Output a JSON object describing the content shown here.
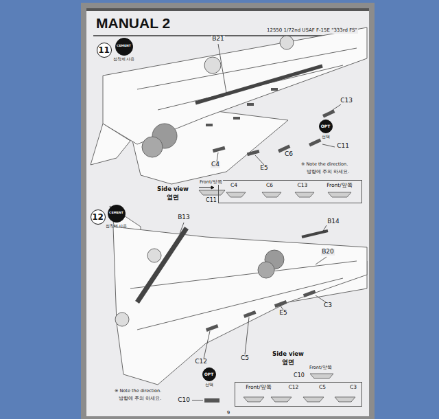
{
  "diagram": {
    "title": "MANUAL 2",
    "nodes": [
      {
        "text": [
          "11"
        ]
      },
      {
        "text": [
          "CEMENT",
          "접착제 사용"
        ]
      },
      {
        "text": [
          "OPT",
          "선택"
        ]
      },
      {
        "text": [
          "C4",
          "C6",
          "C13",
          "Front/앞쪽"
        ]
      },
      {
        "text": [
          "12"
        ]
      },
      {
        "text": [
          "CEMENT",
          "접착제 사용"
        ]
      },
      {
        "text": [
          "OPT",
          "선택"
        ]
      },
      {
        "text": [
          "Front/앞쪽",
          "C12",
          "C5",
          "C3"
        ]
      }
    ],
    "labels": [
      "12550 1/72nd USAF F-15E \"333rd FS\"",
      "B21",
      "C13",
      "C11",
      "C6",
      "E5",
      "C4",
      "※ Note the direction.",
      "방향에 주의 하세요.",
      "Side view",
      "옆면",
      "Front/앞쪽",
      "C11",
      "B13",
      "B14",
      "B20",
      "C3",
      "E5",
      "C5",
      "C12",
      "Side view",
      "옆면",
      "Front/앞쪽",
      "C10",
      "※ Note the direction.",
      "방향에 주의 하세요.",
      "C10",
      "9"
    ]
  }
}
